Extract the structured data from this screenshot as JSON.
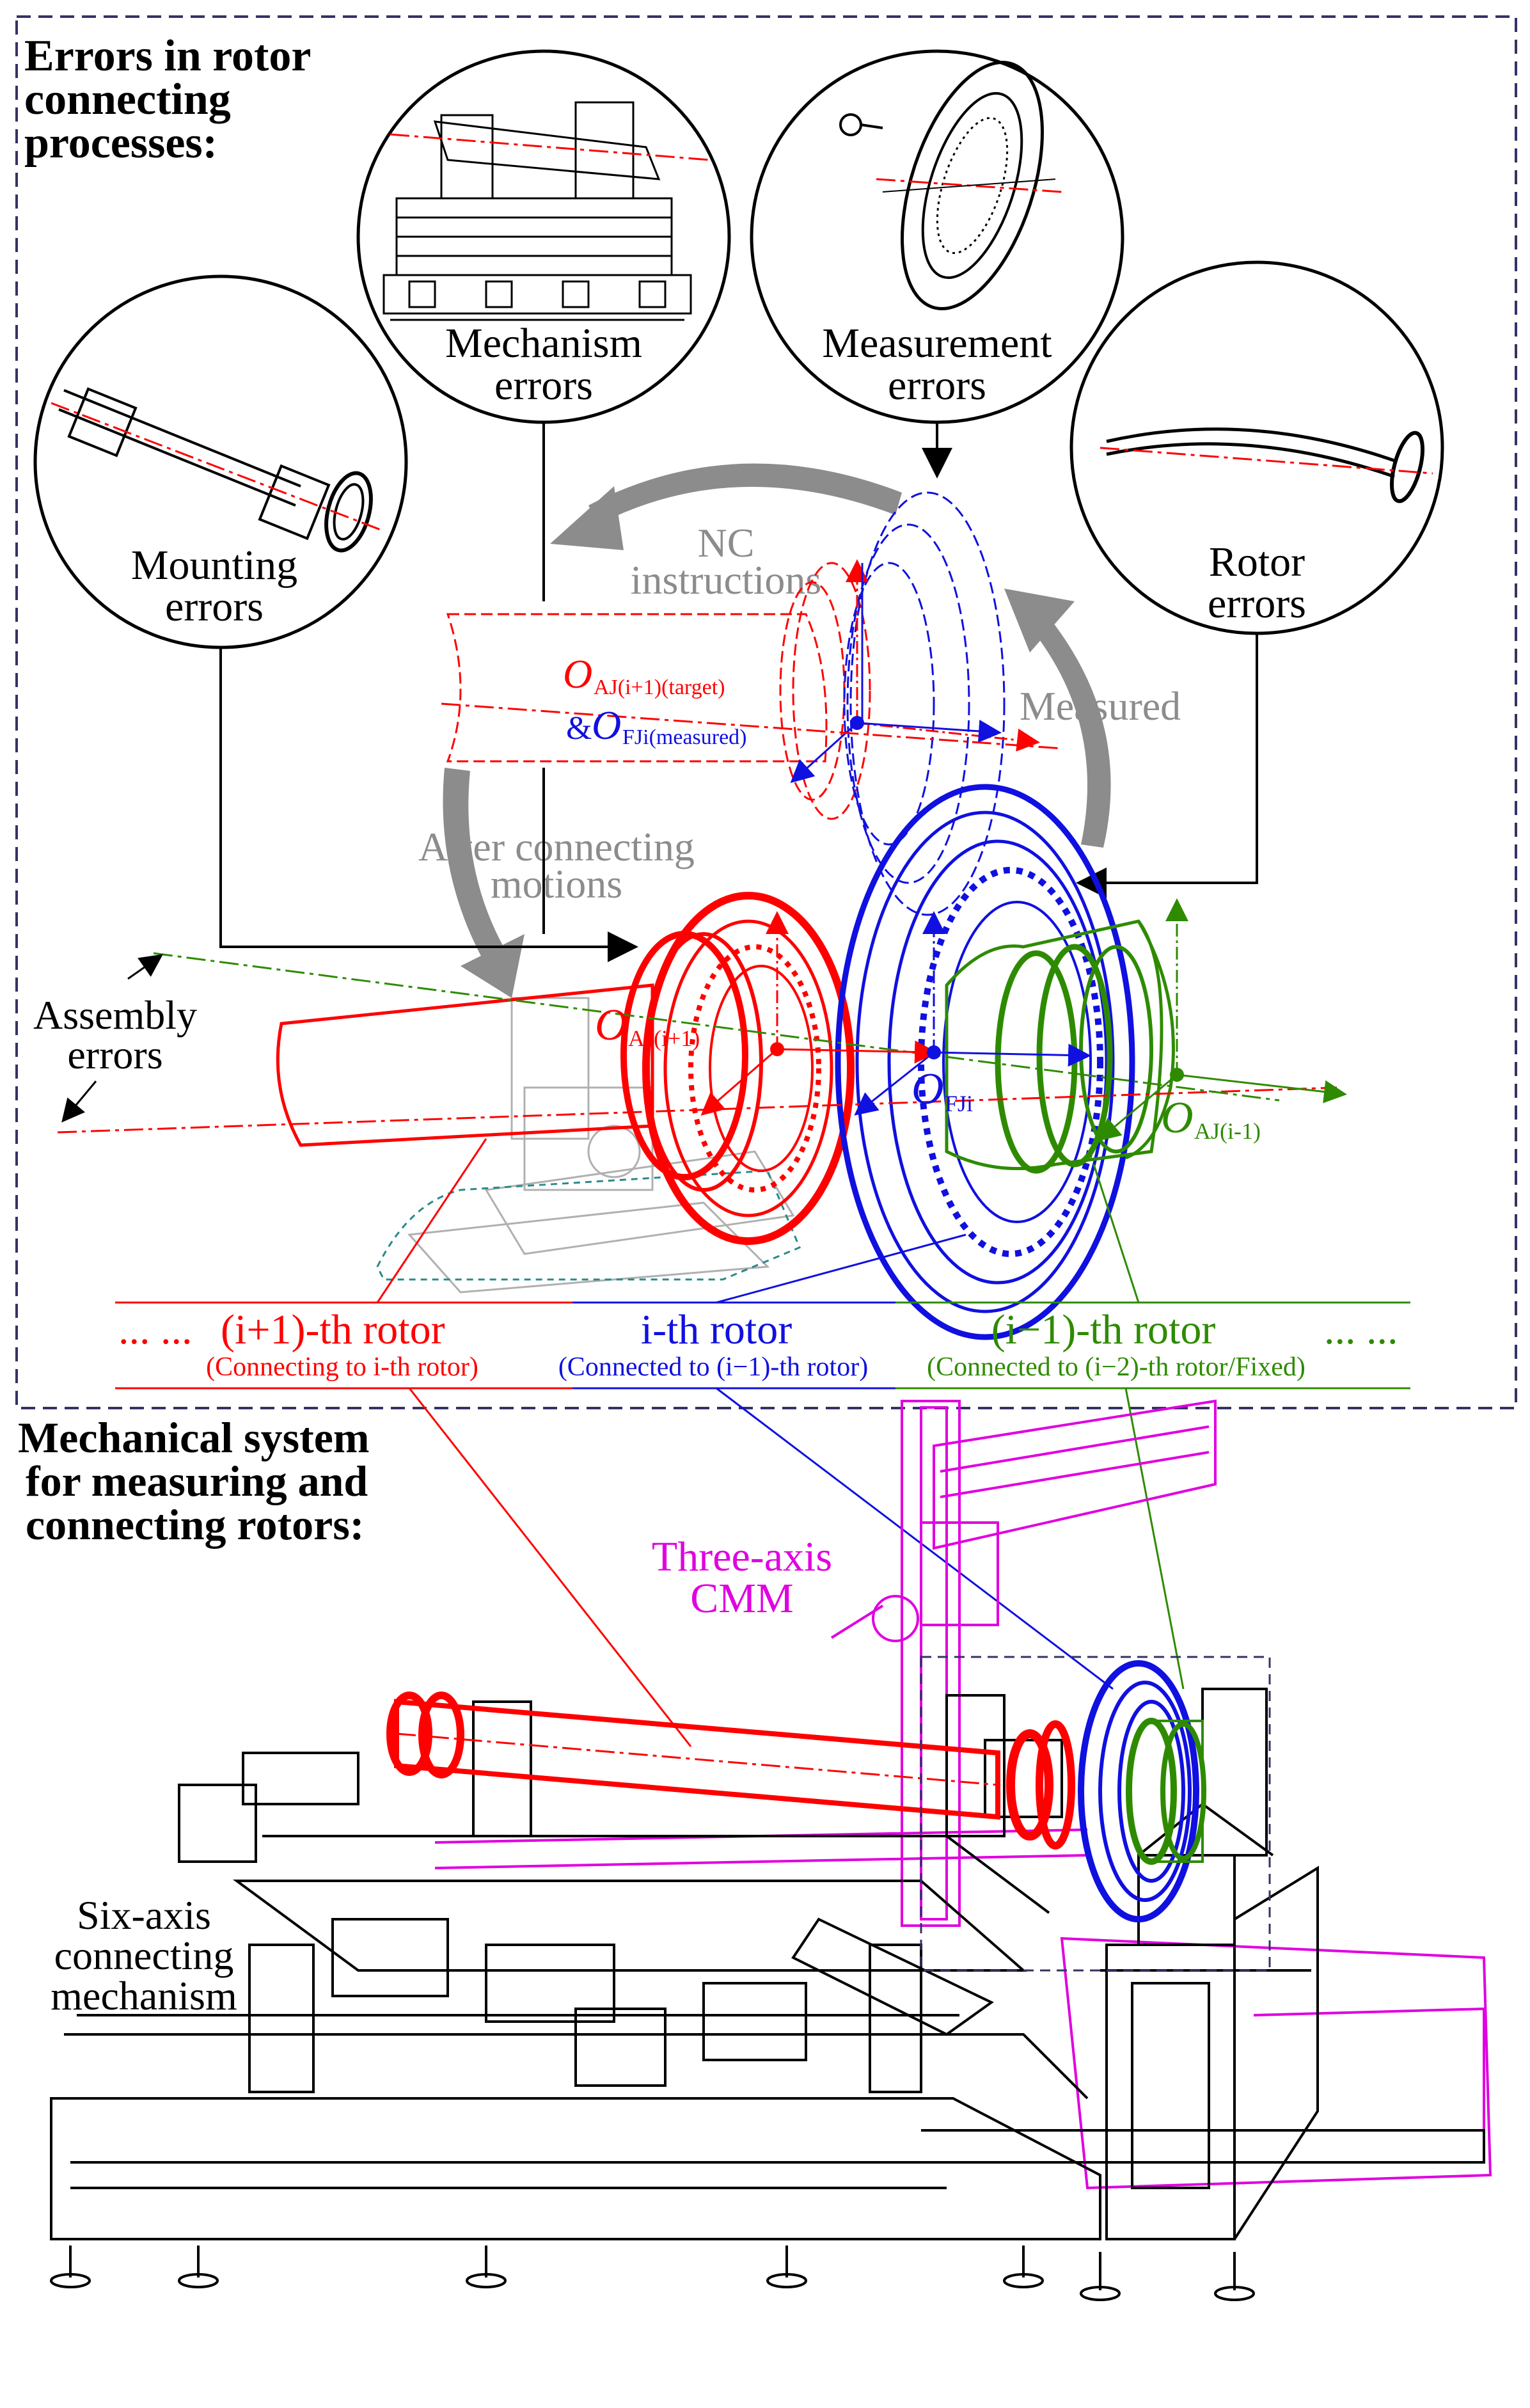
{
  "colors": {
    "red": "#ff0000",
    "blue": "#1010e0",
    "green": "#2e8b00",
    "magenta": "#e000e0",
    "gray": "#8c8c8c",
    "black": "#000000",
    "teal": "#2a8a8a"
  },
  "sections": {
    "errors_title": [
      "Errors in rotor",
      "connecting",
      "processes:"
    ],
    "mech_title": [
      "Mechanical system",
      "for measuring and",
      "connecting rotors:"
    ]
  },
  "circles": {
    "mechanism": [
      "Mechanism",
      "errors"
    ],
    "measurement": [
      "Measurement",
      "errors"
    ],
    "mounting": [
      "Mounting",
      "errors"
    ],
    "rotor": [
      "Rotor",
      "errors"
    ]
  },
  "arrows": {
    "nc": [
      "NC",
      "instructions"
    ],
    "measured": "Measured",
    "after": [
      "After connecting",
      "motions"
    ],
    "assembly": [
      "Assembly",
      "errors"
    ]
  },
  "origins": {
    "target_O": "O",
    "target_sub": "AJ(i+1)(target)",
    "measured_prefix": "&",
    "measured_O": "O",
    "measured_sub": "FJi(measured)",
    "aj_next_O": "O",
    "aj_next_sub": "AJ(i+1)",
    "fj_O": "O",
    "fj_sub": "FJi",
    "aj_prev_O": "O",
    "aj_prev_sub": "AJ(i-1)"
  },
  "rotor_labels": {
    "lead_dots": "... ...",
    "next_main": "(i+1)-th rotor",
    "next_sub": "(Connecting to i-th rotor)",
    "cur_main": "i-th rotor",
    "cur_sub": "(Connected to (i−1)-th rotor)",
    "prev_main": "(i−1)-th rotor",
    "prev_sub": "(Connected to (i−2)-th rotor/Fixed)",
    "trail_dots": "... ..."
  },
  "system": {
    "cmm": [
      "Three-axis",
      "CMM"
    ],
    "six_axis": [
      "Six-axis",
      "connecting",
      "mechanism"
    ]
  }
}
